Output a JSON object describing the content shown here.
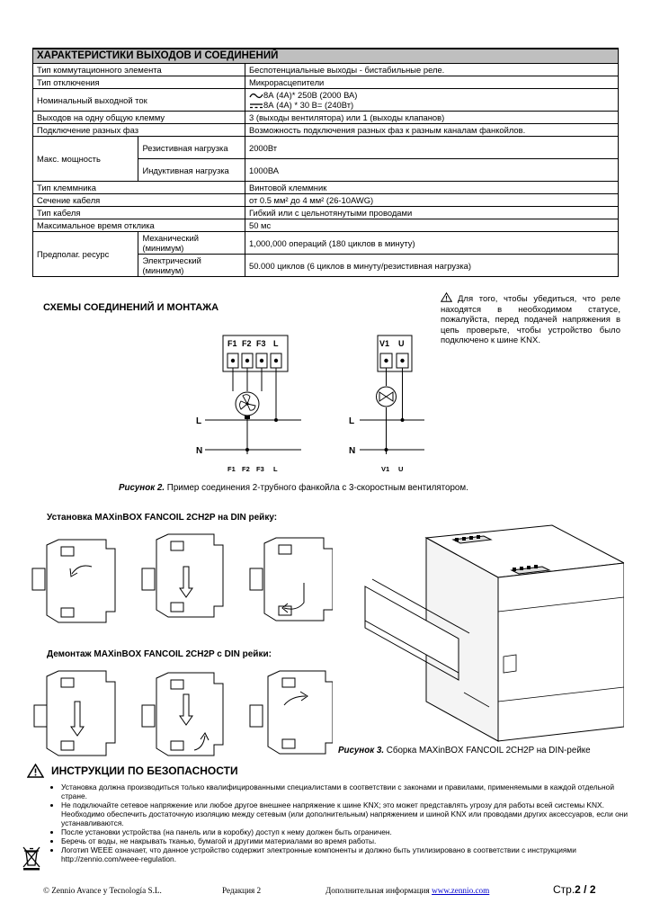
{
  "table": {
    "title": "ХАРАКТЕРИСТИКИ ВЫХОДОВ И СОЕДИНЕНИЙ",
    "rows": {
      "switching_type": {
        "label": "Тип коммутационного элемента",
        "value": "Беспотенциальные выходы - бистабильные реле."
      },
      "disconnection_type": {
        "label": "Тип отключения",
        "value": "Микрорасцепители"
      },
      "rated_current": {
        "label": "Номинальный выходной ток",
        "ac": "8А (4А)* 250В (2000 ВА)",
        "dc": "8А (4А) * 30 В= (240Вт)"
      },
      "outputs_per_common": {
        "label": "Выходов на одну общую клемму",
        "value": "3 (выходы вентилятора) или 1 (выходы клапанов)"
      },
      "phases": {
        "label": "Подключение разных фаз",
        "value": "Возможность подключения разных фаз к разным каналам фанкойлов."
      },
      "max_power": {
        "label": "Макс. мощность",
        "resistive_label": "Резистивная нагрузка",
        "resistive_value": "2000Вт",
        "inductive_label": "Индуктивная нагрузка",
        "inductive_value": "1000ВА"
      },
      "terminal_type": {
        "label": "Тип клеммника",
        "value": "Винтовой клеммник"
      },
      "cable_section": {
        "label": "Сечение кабеля",
        "value": "от 0.5 мм² до 4 мм²  (26-10AWG)"
      },
      "cable_type": {
        "label": "Тип кабеля",
        "value": "Гибкий или с цельнотянутыми проводами"
      },
      "response_time": {
        "label": "Максимальное время отклика",
        "value": "50 мс"
      },
      "lifetime": {
        "label": "Предполаг. ресурс",
        "mech_label": "Механический (минимум)",
        "mech_value": "1,000,000 операций (180 циклов в минуту)",
        "elec_label": "Электрический (минимум)",
        "elec_value": "50.000 циклов (6 циклов в минуту/резистивная нагрузка)"
      }
    }
  },
  "schemes": {
    "title": "СХЕМЫ СОЕДИНЕНИЙ И МОНТАЖА",
    "warning": "Для того, чтобы убедиться, что реле находятся в необходимом статусе, пожалуйста, перед подачей напряжения в цепь проверьте, чтобы устройство было подключено к шине KNX.",
    "fan_terminals": [
      "F1",
      "F2",
      "F3",
      "L"
    ],
    "valve_terminals": [
      "V1",
      "U"
    ],
    "line_l": "L",
    "line_n": "N",
    "figure2_label": "Рисунок 2.",
    "figure2_text": "Пример соединения 2-трубного фанкойла с 3-скоростным вентилятором."
  },
  "mounting": {
    "install_title": "Установка MAXinBOX FANCOIL 2CH2P на DIN рейку:",
    "removal_title": "Демонтаж MAXinBOX FANCOIL 2CH2P с DIN рейки:",
    "figure3_label": "Рисунок 3.",
    "figure3_text": "Сборка MAXinBOX FANCOIL 2CH2P на DIN-рейке"
  },
  "safety": {
    "title": "ИНСТРУКЦИИ ПО БЕЗОПАСНОСТИ",
    "items": [
      "Установка должна производиться только квалифицированными специалистами в соответствии с законами и правилами, применяемыми в каждой отдельной стране.",
      "Не подключайте сетевое напряжение или любое другое внешнее напряжение к шине KNX; это может представлять угрозу для работы всей системы KNX. Необходимо обеспечить достаточную изоляцию между сетевым (или дополнительным) напряжением и шиной KNX или проводами других аксессуаров, если они устанавливаются.",
      "После установки устройства (на панель или в коробку) доступ к нему должен быть ограничен.",
      "Беречь от воды, не накрывать тканью, бумагой и другими материалами во время работы.",
      "Логотип WEEE означает, что данное устройство содержит электронные компоненты и должно быть утилизировано в соответствии с инструкциями http://zennio.com/weee-regulation."
    ]
  },
  "footer": {
    "company": "© Zennio Avance y Tecnología S.L.",
    "revision": "Редакция 2",
    "more_info": "Дополнительная информация",
    "link": "www.zennio.com",
    "page_label": "Стр.",
    "page_num": "2 / 2"
  }
}
